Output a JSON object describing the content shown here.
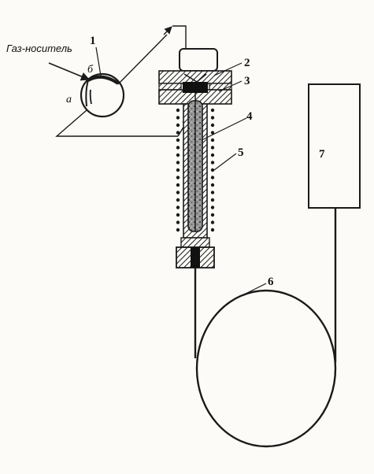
{
  "labels": {
    "carrier_gas": "Газ-носитель",
    "n1": "1",
    "n2": "2",
    "n3": "3",
    "n4": "4",
    "n5": "5",
    "n6": "6",
    "n7": "7",
    "valve_a": "а",
    "valve_b": "б"
  }
}
